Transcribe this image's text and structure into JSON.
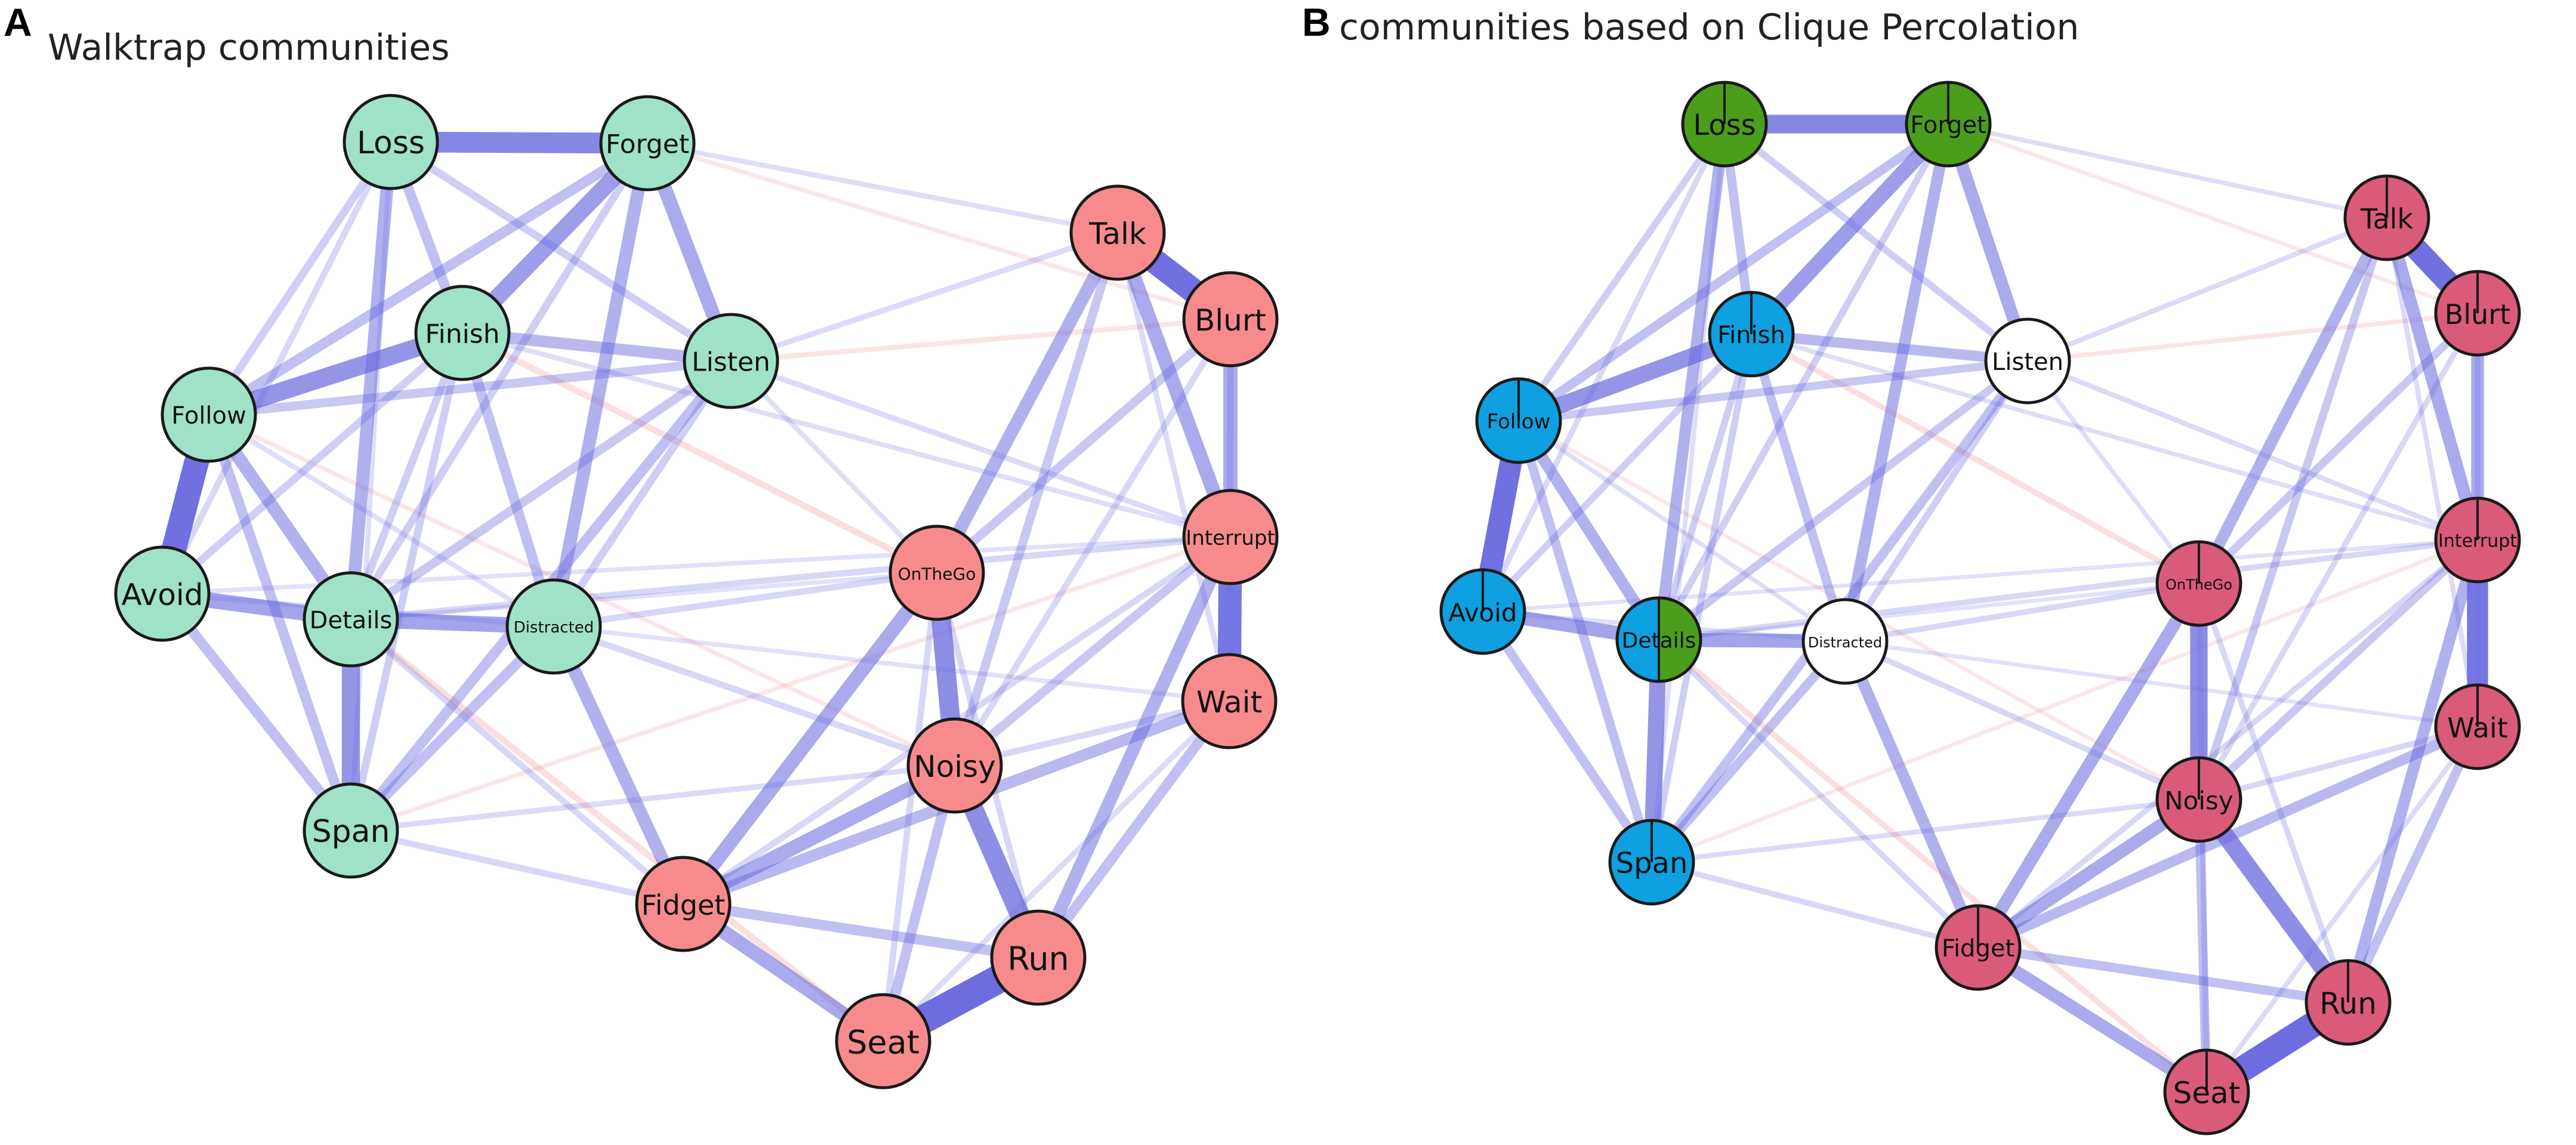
{
  "panels": [
    {
      "letter": "A",
      "title": "Walktrap communities",
      "community_colors": {
        "c1": "#9fe2c8",
        "c2": "#f78b8c"
      }
    },
    {
      "letter": "B",
      "title": "communities based on Clique Percolation",
      "community_colors": {
        "blue": "#0ea0e0",
        "green": "#4a9e1c",
        "red": "#da5a7a",
        "none": "#ffffff"
      }
    }
  ],
  "edge_colors": {
    "positive": "#6a6adf",
    "negative": "#e88a8a"
  },
  "nodes": [
    {
      "id": "Loss",
      "label": "Loss"
    },
    {
      "id": "Forget",
      "label": "Forget"
    },
    {
      "id": "Finish",
      "label": "Finish"
    },
    {
      "id": "Listen",
      "label": "Listen"
    },
    {
      "id": "Follow",
      "label": "Follow"
    },
    {
      "id": "Avoid",
      "label": "Avoid"
    },
    {
      "id": "Details",
      "label": "Details"
    },
    {
      "id": "Distracted",
      "label": "Distracted"
    },
    {
      "id": "Span",
      "label": "Span"
    },
    {
      "id": "Talk",
      "label": "Talk"
    },
    {
      "id": "Blurt",
      "label": "Blurt"
    },
    {
      "id": "Interrupt",
      "label": "Interrupt"
    },
    {
      "id": "OnTheGo",
      "label": "OnTheGo"
    },
    {
      "id": "Wait",
      "label": "Wait"
    },
    {
      "id": "Noisy",
      "label": "Noisy"
    },
    {
      "id": "Fidget",
      "label": "Fidget"
    },
    {
      "id": "Run",
      "label": "Run"
    },
    {
      "id": "Seat",
      "label": "Seat"
    }
  ],
  "walktrap_membership": {
    "Loss": "c1",
    "Forget": "c1",
    "Finish": "c1",
    "Listen": "c1",
    "Follow": "c1",
    "Avoid": "c1",
    "Details": "c1",
    "Distracted": "c1",
    "Span": "c1",
    "Talk": "c2",
    "Blurt": "c2",
    "Interrupt": "c2",
    "OnTheGo": "c2",
    "Wait": "c2",
    "Noisy": "c2",
    "Fidget": "c2",
    "Run": "c2",
    "Seat": "c2"
  },
  "clique_membership": {
    "Loss": [
      "green"
    ],
    "Forget": [
      "green"
    ],
    "Finish": [
      "blue"
    ],
    "Listen": [],
    "Follow": [
      "blue"
    ],
    "Avoid": [
      "blue"
    ],
    "Details": [
      "blue",
      "green"
    ],
    "Distracted": [],
    "Span": [
      "blue"
    ],
    "Talk": [
      "red"
    ],
    "Blurt": [
      "red"
    ],
    "Interrupt": [
      "red"
    ],
    "OnTheGo": [
      "red"
    ],
    "Wait": [
      "red"
    ],
    "Noisy": [
      "red"
    ],
    "Fidget": [
      "red"
    ],
    "Run": [
      "red"
    ],
    "Seat": [
      "red"
    ]
  },
  "edges": [
    {
      "from": "Seat",
      "to": "Run",
      "weight": 1.0,
      "sign": "+"
    },
    {
      "from": "Talk",
      "to": "Blurt",
      "weight": 0.85,
      "sign": "+"
    },
    {
      "from": "Follow",
      "to": "Avoid",
      "weight": 0.85,
      "sign": "+"
    },
    {
      "from": "Interrupt",
      "to": "Wait",
      "weight": 0.8,
      "sign": "+"
    },
    {
      "from": "Loss",
      "to": "Forget",
      "weight": 0.7,
      "sign": "+"
    },
    {
      "from": "OnTheGo",
      "to": "Noisy",
      "weight": 0.65,
      "sign": "+"
    },
    {
      "from": "Noisy",
      "to": "Run",
      "weight": 0.65,
      "sign": "+"
    },
    {
      "from": "Finish",
      "to": "Follow",
      "weight": 0.6,
      "sign": "+"
    },
    {
      "from": "Details",
      "to": "Span",
      "weight": 0.6,
      "sign": "+"
    },
    {
      "from": "Forget",
      "to": "Finish",
      "weight": 0.55,
      "sign": "+"
    },
    {
      "from": "Avoid",
      "to": "Details",
      "weight": 0.5,
      "sign": "+"
    },
    {
      "from": "Details",
      "to": "Distracted",
      "weight": 0.5,
      "sign": "+"
    },
    {
      "from": "Blurt",
      "to": "Interrupt",
      "weight": 0.45,
      "sign": "+"
    },
    {
      "from": "Talk",
      "to": "Interrupt",
      "weight": 0.45,
      "sign": "+"
    },
    {
      "from": "Forget",
      "to": "Listen",
      "weight": 0.45,
      "sign": "+"
    },
    {
      "from": "Fidget",
      "to": "Noisy",
      "weight": 0.45,
      "sign": "+"
    },
    {
      "from": "Fidget",
      "to": "Seat",
      "weight": 0.45,
      "sign": "+"
    },
    {
      "from": "OnTheGo",
      "to": "Fidget",
      "weight": 0.45,
      "sign": "+"
    },
    {
      "from": "Talk",
      "to": "OnTheGo",
      "weight": 0.4,
      "sign": "+"
    },
    {
      "from": "Loss",
      "to": "Details",
      "weight": 0.4,
      "sign": "+"
    },
    {
      "from": "Forget",
      "to": "Distracted",
      "weight": 0.4,
      "sign": "+"
    },
    {
      "from": "Follow",
      "to": "Details",
      "weight": 0.4,
      "sign": "+"
    },
    {
      "from": "Distracted",
      "to": "Fidget",
      "weight": 0.4,
      "sign": "+"
    },
    {
      "from": "Interrupt",
      "to": "Run",
      "weight": 0.4,
      "sign": "+"
    },
    {
      "from": "Wait",
      "to": "Fidget",
      "weight": 0.35,
      "sign": "+"
    },
    {
      "from": "Finish",
      "to": "Listen",
      "weight": 0.35,
      "sign": "+"
    },
    {
      "from": "Listen",
      "to": "Span",
      "weight": 0.3,
      "sign": "+"
    },
    {
      "from": "Follow",
      "to": "Span",
      "weight": 0.3,
      "sign": "+"
    },
    {
      "from": "Loss",
      "to": "Finish",
      "weight": 0.3,
      "sign": "+"
    },
    {
      "from": "Forget",
      "to": "Follow",
      "weight": 0.3,
      "sign": "+"
    },
    {
      "from": "Avoid",
      "to": "Span",
      "weight": 0.3,
      "sign": "+"
    },
    {
      "from": "Finish",
      "to": "Distracted",
      "weight": 0.3,
      "sign": "+"
    },
    {
      "from": "Wait",
      "to": "Run",
      "weight": 0.3,
      "sign": "+"
    },
    {
      "from": "Noisy",
      "to": "Seat",
      "weight": 0.3,
      "sign": "+"
    },
    {
      "from": "Distracted",
      "to": "Span",
      "weight": 0.3,
      "sign": "+"
    },
    {
      "from": "Fidget",
      "to": "Run",
      "weight": 0.3,
      "sign": "+"
    },
    {
      "from": "Blurt",
      "to": "OnTheGo",
      "weight": 0.25,
      "sign": "+"
    },
    {
      "from": "Listen",
      "to": "Details",
      "weight": 0.25,
      "sign": "+"
    },
    {
      "from": "Follow",
      "to": "Listen",
      "weight": 0.25,
      "sign": "+"
    },
    {
      "from": "Interrupt",
      "to": "Noisy",
      "weight": 0.25,
      "sign": "+"
    },
    {
      "from": "Talk",
      "to": "Noisy",
      "weight": 0.25,
      "sign": "+"
    },
    {
      "from": "Loss",
      "to": "Follow",
      "weight": 0.2,
      "sign": "+"
    },
    {
      "from": "Loss",
      "to": "Listen",
      "weight": 0.2,
      "sign": "+"
    },
    {
      "from": "Forget",
      "to": "Details",
      "weight": 0.2,
      "sign": "+"
    },
    {
      "from": "Finish",
      "to": "Span",
      "weight": 0.2,
      "sign": "+"
    },
    {
      "from": "Finish",
      "to": "Details",
      "weight": 0.2,
      "sign": "+"
    },
    {
      "from": "Avoid",
      "to": "Finish",
      "weight": 0.2,
      "sign": "+"
    },
    {
      "from": "Listen",
      "to": "Distracted",
      "weight": 0.2,
      "sign": "+"
    },
    {
      "from": "Details",
      "to": "Fidget",
      "weight": 0.15,
      "sign": "+"
    },
    {
      "from": "Avoid",
      "to": "Loss",
      "weight": 0.15,
      "sign": "+"
    },
    {
      "from": "Distracted",
      "to": "OnTheGo",
      "weight": 0.15,
      "sign": "+"
    },
    {
      "from": "Details",
      "to": "Interrupt",
      "weight": 0.15,
      "sign": "+"
    },
    {
      "from": "Listen",
      "to": "Talk",
      "weight": 0.12,
      "sign": "+"
    },
    {
      "from": "Distracted",
      "to": "Noisy",
      "weight": 0.15,
      "sign": "+"
    },
    {
      "from": "Span",
      "to": "Fidget",
      "weight": 0.15,
      "sign": "+"
    },
    {
      "from": "Span",
      "to": "Noisy",
      "weight": 0.12,
      "sign": "+"
    },
    {
      "from": "Listen",
      "to": "Interrupt",
      "weight": 0.12,
      "sign": "+"
    },
    {
      "from": "Blurt",
      "to": "Wait",
      "weight": 0.15,
      "sign": "+"
    },
    {
      "from": "Blurt",
      "to": "Noisy",
      "weight": 0.15,
      "sign": "+"
    },
    {
      "from": "OnTheGo",
      "to": "Seat",
      "weight": 0.15,
      "sign": "+"
    },
    {
      "from": "OnTheGo",
      "to": "Run",
      "weight": 0.15,
      "sign": "+"
    },
    {
      "from": "Wait",
      "to": "Noisy",
      "weight": 0.15,
      "sign": "+"
    },
    {
      "from": "Interrupt",
      "to": "Fidget",
      "weight": 0.15,
      "sign": "+"
    },
    {
      "from": "Talk",
      "to": "Wait",
      "weight": 0.12,
      "sign": "+"
    },
    {
      "from": "Wait",
      "to": "Seat",
      "weight": 0.12,
      "sign": "+"
    },
    {
      "from": "Forget",
      "to": "Talk",
      "weight": 0.1,
      "sign": "+"
    },
    {
      "from": "Follow",
      "to": "Distracted",
      "weight": 0.1,
      "sign": "+"
    },
    {
      "from": "Avoid",
      "to": "Distracted",
      "weight": 0.1,
      "sign": "+"
    },
    {
      "from": "Loss",
      "to": "Span",
      "weight": 0.1,
      "sign": "+"
    },
    {
      "from": "Listen",
      "to": "OnTheGo",
      "weight": 0.1,
      "sign": "+"
    },
    {
      "from": "Finish",
      "to": "Interrupt",
      "weight": 0.1,
      "sign": "+"
    },
    {
      "from": "Avoid",
      "to": "Interrupt",
      "weight": 0.08,
      "sign": "+"
    },
    {
      "from": "Distracted",
      "to": "Wait",
      "weight": 0.08,
      "sign": "+"
    },
    {
      "from": "Details",
      "to": "OnTheGo",
      "weight": 0.08,
      "sign": "+"
    },
    {
      "from": "Finish",
      "to": "OnTheGo",
      "weight": 0.15,
      "sign": "-"
    },
    {
      "from": "Details",
      "to": "Seat",
      "weight": 0.15,
      "sign": "-"
    },
    {
      "from": "Listen",
      "to": "Blurt",
      "weight": 0.1,
      "sign": "-"
    },
    {
      "from": "Forget",
      "to": "Blurt",
      "weight": 0.08,
      "sign": "-"
    },
    {
      "from": "Follow",
      "to": "Noisy",
      "weight": 0.08,
      "sign": "-"
    },
    {
      "from": "Span",
      "to": "Interrupt",
      "weight": 0.08,
      "sign": "-"
    }
  ]
}
